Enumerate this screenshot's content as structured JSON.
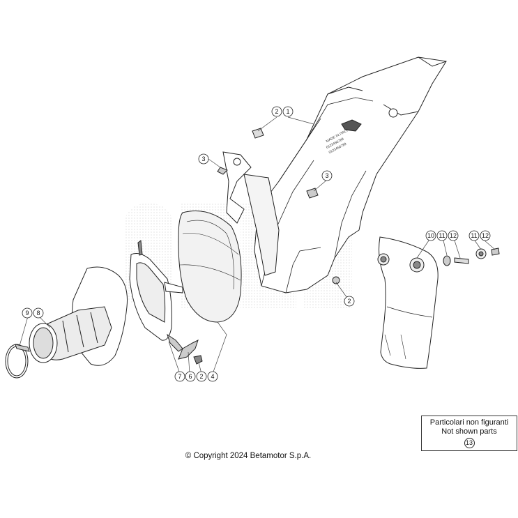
{
  "copyright": "© Copyright 2024 Betamotor S.p.A.",
  "not_shown": {
    "line1": "Particolari non figuranti",
    "line2": "Not shown parts",
    "ref": "13"
  },
  "callouts": {
    "c_2a": "2",
    "c_1": "1",
    "c_3a": "3",
    "c_3b": "3",
    "c_2b": "2",
    "c_10": "10",
    "c_11a": "11",
    "c_12a": "12",
    "c_11b": "11",
    "c_12b": "12",
    "c_9": "9",
    "c_8": "8",
    "c_7": "7",
    "c_6": "6",
    "c_2c": "2",
    "c_4": "4"
  },
  "frame_marking": {
    "line1": "MADE IN ITALY",
    "line2": "0123456789",
    "line3": "0123456789"
  }
}
